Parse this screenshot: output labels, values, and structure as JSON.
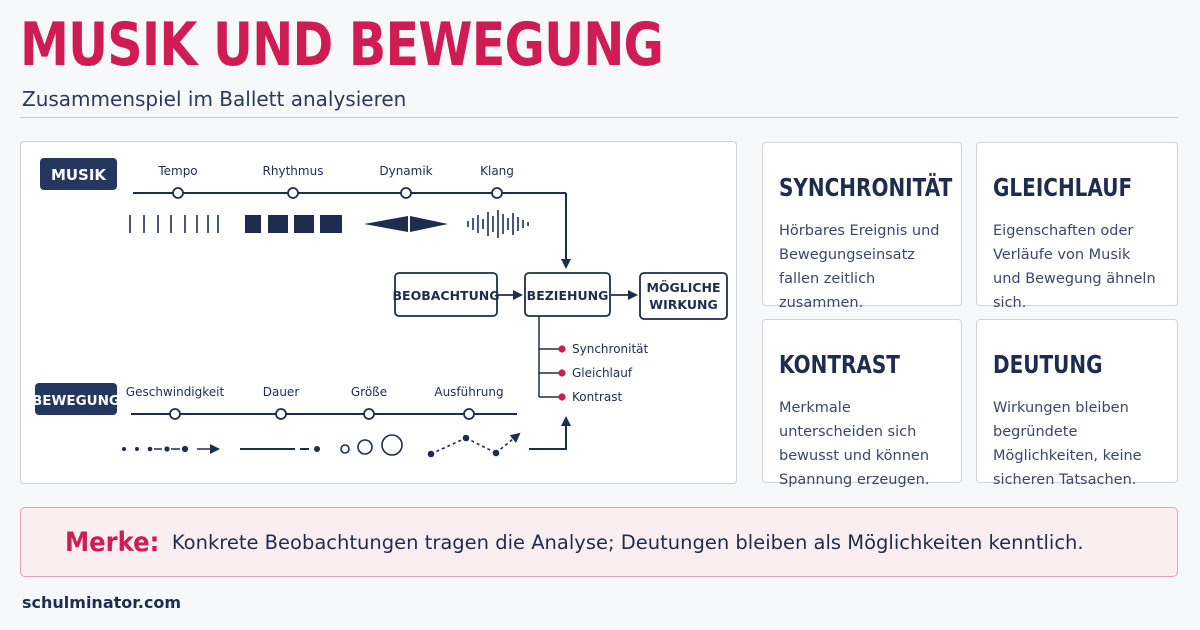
{
  "header": {
    "title": "MUSIK UND BEWEGUNG",
    "subtitle": "Zusammenspiel im Ballett analysieren"
  },
  "diagram": {
    "musik_label": "MUSIK",
    "musik_steps": [
      "Tempo",
      "Rhythmus",
      "Dynamik",
      "Klang"
    ],
    "bewegung_label": "BEWEGUNG",
    "bewegung_steps": [
      "Geschwindigkeit",
      "Dauer",
      "Größe",
      "Ausführung"
    ],
    "flow": {
      "beobachtung": "BEOBACHTUNG",
      "beziehung": "BEZIEHUNG",
      "wirkung_line1": "MÖGLICHE",
      "wirkung_line2": "WIRKUNG"
    },
    "relations": [
      "Synchronität",
      "Gleichlauf",
      "Kontrast"
    ],
    "colors": {
      "navy": "#1e2d4f",
      "accent": "#d01c55"
    }
  },
  "cards": [
    {
      "title": "SYNCHRONITÄT",
      "text": "Hörbares Ereignis und Bewegungseinsatz fallen zeitlich zusammen."
    },
    {
      "title": "GLEICHLAUF",
      "text": "Eigenschaften oder Verläufe von Musik und Bewegung ähneln sich."
    },
    {
      "title": "KONTRAST",
      "text": "Merkmale unterscheiden sich bewusst und können Spannung erzeugen."
    },
    {
      "title": "DEUTUNG",
      "text": "Wirkungen bleiben begründete Möglichkeiten, keine sicheren Tatsachen."
    }
  ],
  "merke": {
    "label": "Merke:",
    "text": "Konkrete Beobachtungen tragen die Analyse; Deutungen bleiben als Möglichkeiten kenntlich."
  },
  "footer": {
    "site": "schulminator.com"
  }
}
